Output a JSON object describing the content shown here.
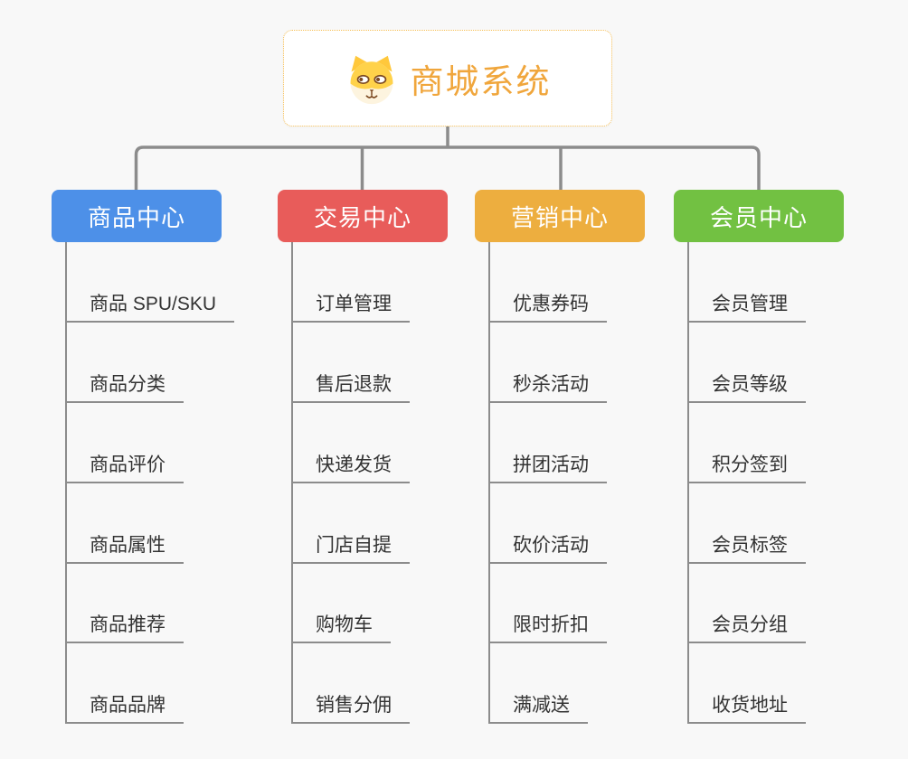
{
  "background": "#f8f8f8",
  "connector_color": "#8c8c8c",
  "root": {
    "title": "商城系统",
    "text_color": "#F0A63C",
    "border_color": "#F5BE55",
    "icon": "dog-face-icon"
  },
  "branches": [
    {
      "label": "商品中心",
      "color": "#4D90E8",
      "children": [
        "商品 SPU/SKU",
        "商品分类",
        "商品评价",
        "商品属性",
        "商品推荐",
        "商品品牌"
      ]
    },
    {
      "label": "交易中心",
      "color": "#E85C5A",
      "children": [
        "订单管理",
        "售后退款",
        "快递发货",
        "门店自提",
        "购物车",
        "销售分佣"
      ]
    },
    {
      "label": "营销中心",
      "color": "#EDAE3F",
      "children": [
        "优惠券码",
        "秒杀活动",
        "拼团活动",
        "砍价活动",
        "限时折扣",
        "满减送"
      ]
    },
    {
      "label": "会员中心",
      "color": "#72C142",
      "children": [
        "会员管理",
        "会员等级",
        "积分签到",
        "会员标签",
        "会员分组",
        "收货地址"
      ]
    }
  ]
}
